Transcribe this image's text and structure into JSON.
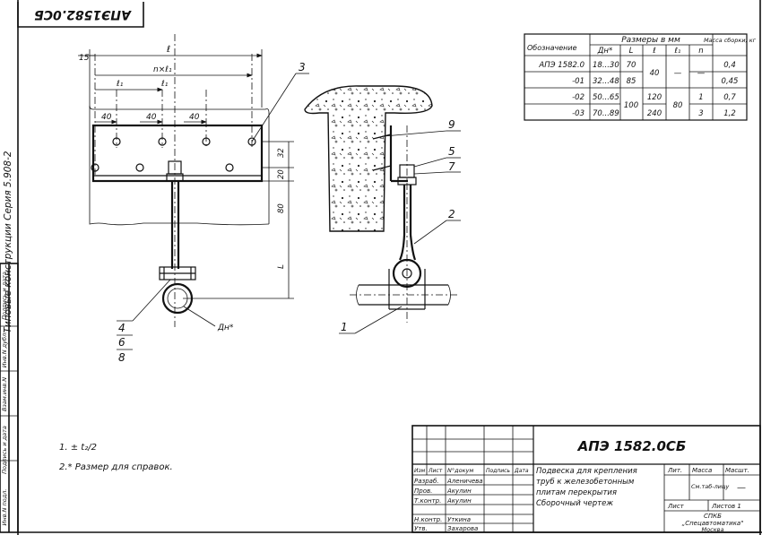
{
  "stamp_code": "АПЭ1582.0СБ",
  "side_text": {
    "series": "Типовые конструкции   Серия 5.908-2"
  },
  "left_strip": [
    "Инв.N подл.",
    "Подпись и дата",
    "Взам.инв.N",
    "Инв.N дубл.",
    "Подпись и дата"
  ],
  "drawing": {
    "dims": {
      "l": "ℓ",
      "n_l1": "n×ℓ₁",
      "l1": "ℓ₁",
      "d15": "15",
      "d40": "40",
      "d32": "32",
      "d20": "20",
      "d80": "80",
      "L": "L",
      "dn": "Дн*"
    },
    "callouts": {
      "c1": "1",
      "c2": "2",
      "c3": "3",
      "c4": "4",
      "c5": "5",
      "c6": "6",
      "c7": "7",
      "c8": "8",
      "c9": "9"
    }
  },
  "size_table": {
    "h_designation": "Обозначение",
    "h_sizes": "Размеры в мм",
    "h_mass": "Масса сборки, кг",
    "h_dn": "Дн*",
    "h_L": "L",
    "h_l": "ℓ",
    "h_l1": "ℓ₁",
    "h_n": "n",
    "rows": [
      {
        "code": "АПЭ 1582.0",
        "dn": "18...30",
        "L": "70",
        "mass": "0,4"
      },
      {
        "code": "-01",
        "dn": "32...48",
        "L": "85",
        "mass": "0,45"
      },
      {
        "code": "-02",
        "dn": "50...65",
        "mass": "0,7"
      },
      {
        "code": "-03",
        "dn": "70...89",
        "mass": "1,2"
      }
    ],
    "l_merged_top": "40",
    "dash1": "—",
    "dash2": "—",
    "L_merged": "100",
    "l_02": "120",
    "l_03": "240",
    "l1_merged": "80",
    "n_02": "1",
    "n_03": "3"
  },
  "notes": {
    "n1": "1.  ± t₂/2",
    "n2": "2.* Размер для справок."
  },
  "title_block": {
    "doc_code": "АПЭ 1582.0СБ",
    "title_l1": "Подвеска для крепления",
    "title_l2": "труб к железобетонным",
    "title_l3": "плитам перекрытия",
    "title_l4": "Сборочный чертеж",
    "h_izm": "Изм",
    "h_list": "Лист",
    "h_ndoc": "N°докум",
    "h_sign": "Подпись",
    "h_date": "Дата",
    "roles": [
      {
        "role": "Разраб.",
        "name": "Аленичева"
      },
      {
        "role": "Пров.",
        "name": "Акулин"
      },
      {
        "role": "Т.контр.",
        "name": "Акулин"
      },
      {
        "role": "Н.контр.",
        "name": "Уткина"
      },
      {
        "role": "Утв.",
        "name": "Захарова"
      }
    ],
    "h_lit": "Лит.",
    "h_massa": "Масса",
    "h_masht": "Масшт.",
    "mass_val": "См.таб-лицу",
    "scale_val": "—",
    "sheet_label": "Лист",
    "sheets_label": "Листов 1",
    "org_l1": "СПКБ",
    "org_l2": "„Спецавтоматика\"",
    "org_l3": "Москва"
  }
}
